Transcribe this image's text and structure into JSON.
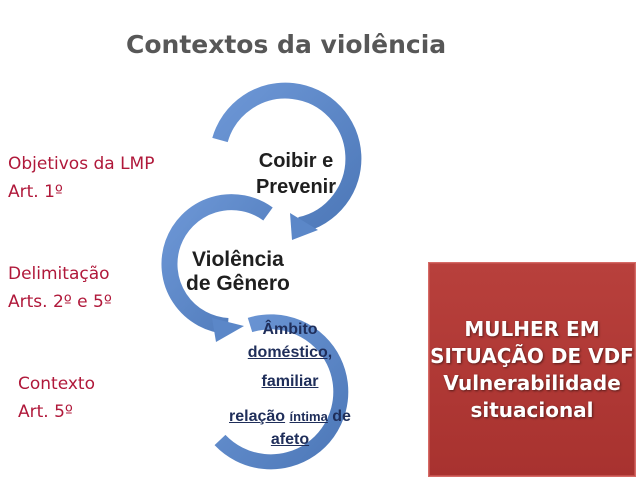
{
  "slide": {
    "title": "Contextos da violência"
  },
  "labels": {
    "objetivos": {
      "line1": "Objetivos da LMP",
      "line2": "Art. 1º"
    },
    "delimitacao": {
      "line1": "Delimitação",
      "line2": "Arts. 2º e 5º"
    },
    "contexto": {
      "line1": "Contexto",
      "line2": "Art. 5º"
    }
  },
  "cycle": {
    "ring_color": "#5b87c8",
    "items": [
      {
        "line1": "Coibir e",
        "line2": "Prevenir"
      },
      {
        "line1": "Violência",
        "line2": "de Gênero"
      },
      {
        "line1": "Âmbito",
        "line2": "doméstico,",
        "line3": "familiar",
        "line4_a": "relação",
        "line4_b": "íntima",
        "line4_c": "de",
        "line5": "afeto"
      }
    ]
  },
  "highlight_box": {
    "color": "#b03a36",
    "lines": [
      "MULHER EM",
      "SITUAÇÃO DE VDF",
      "Vulnerabilidade",
      "situacional"
    ]
  }
}
